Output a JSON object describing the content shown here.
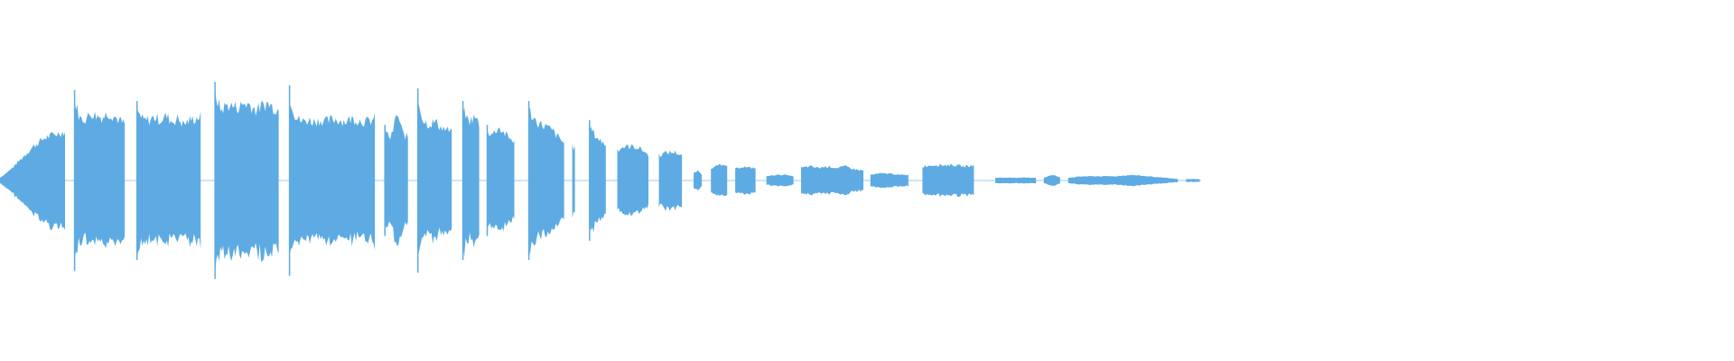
{
  "waveform": {
    "color": "#5dabe2",
    "background": "#ffffff",
    "samples": 0,
    "segments": [
      {
        "start": 0.0,
        "end": 0.038,
        "amp": [
          0.02,
          0.08,
          0.16,
          0.24,
          0.3,
          0.33,
          0.35
        ]
      },
      {
        "start": 0.043,
        "end": 0.072,
        "amp": [
          0.57,
          0.44,
          0.44,
          0.48,
          0.46,
          0.45,
          0.48,
          0.46,
          0.43,
          0.4
        ]
      },
      {
        "start": 0.079,
        "end": 0.116,
        "amp": [
          0.5,
          0.43,
          0.43,
          0.45,
          0.43,
          0.46,
          0.42,
          0.44,
          0.4,
          0.43,
          0.44,
          0.46
        ]
      },
      {
        "start": 0.124,
        "end": 0.161,
        "amp": [
          0.62,
          0.5,
          0.54,
          0.53,
          0.52,
          0.55,
          0.54,
          0.5,
          0.53,
          0.55,
          0.52,
          0.5
        ]
      },
      {
        "start": 0.167,
        "end": 0.217,
        "amp": [
          0.6,
          0.45,
          0.42,
          0.43,
          0.42,
          0.43,
          0.42,
          0.44,
          0.43,
          0.42,
          0.44,
          0.43,
          0.42,
          0.42,
          0.45
        ]
      },
      {
        "start": 0.222,
        "end": 0.236,
        "amp": [
          0.35,
          0.3,
          0.48,
          0.33,
          0.3
        ]
      },
      {
        "start": 0.241,
        "end": 0.261,
        "amp": [
          0.58,
          0.42,
          0.4,
          0.42,
          0.38,
          0.36,
          0.34
        ]
      },
      {
        "start": 0.267,
        "end": 0.277,
        "amp": [
          0.5,
          0.42,
          0.45,
          0.4
        ]
      },
      {
        "start": 0.281,
        "end": 0.297,
        "amp": [
          0.35,
          0.33,
          0.38,
          0.34,
          0.3,
          0.28
        ]
      },
      {
        "start": 0.305,
        "end": 0.326,
        "amp": [
          0.5,
          0.43,
          0.4,
          0.38,
          0.35,
          0.3,
          0.26
        ]
      },
      {
        "start": 0.33,
        "end": 0.332,
        "amp": [
          0.25,
          0.22
        ]
      },
      {
        "start": 0.34,
        "end": 0.35,
        "amp": [
          0.38,
          0.32,
          0.28,
          0.25
        ]
      },
      {
        "start": 0.356,
        "end": 0.374,
        "amp": [
          0.22,
          0.24,
          0.24,
          0.24,
          0.22,
          0.18
        ]
      },
      {
        "start": 0.38,
        "end": 0.394,
        "amp": [
          0.18,
          0.2,
          0.2,
          0.18
        ]
      },
      {
        "start": 0.4,
        "end": 0.405,
        "amp": [
          0.05,
          0.07,
          0.04
        ]
      },
      {
        "start": 0.41,
        "end": 0.42,
        "amp": [
          0.08,
          0.12,
          0.1,
          0.11
        ]
      },
      {
        "start": 0.424,
        "end": 0.436,
        "amp": [
          0.08,
          0.1,
          0.09,
          0.09
        ]
      },
      {
        "start": 0.442,
        "end": 0.458,
        "amp": [
          0.03,
          0.04,
          0.04,
          0.03
        ]
      },
      {
        "start": 0.462,
        "end": 0.498,
        "amp": [
          0.09,
          0.1,
          0.09,
          0.1,
          0.09,
          0.1,
          0.08,
          0.07
        ]
      },
      {
        "start": 0.502,
        "end": 0.524,
        "amp": [
          0.04,
          0.05,
          0.05,
          0.04,
          0.04
        ]
      },
      {
        "start": 0.532,
        "end": 0.562,
        "amp": [
          0.1,
          0.11,
          0.11,
          0.11,
          0.1,
          0.11
        ]
      },
      {
        "start": 0.574,
        "end": 0.598,
        "amp": [
          0.02,
          0.02,
          0.02,
          0.02
        ]
      },
      {
        "start": 0.602,
        "end": 0.612,
        "amp": [
          0.02,
          0.04,
          0.02
        ]
      },
      {
        "start": 0.616,
        "end": 0.68,
        "amp": [
          0.02,
          0.03,
          0.03,
          0.03,
          0.04,
          0.03,
          0.02,
          0.01
        ]
      },
      {
        "start": 0.684,
        "end": 0.692,
        "amp": [
          0.01,
          0.01
        ]
      }
    ]
  }
}
